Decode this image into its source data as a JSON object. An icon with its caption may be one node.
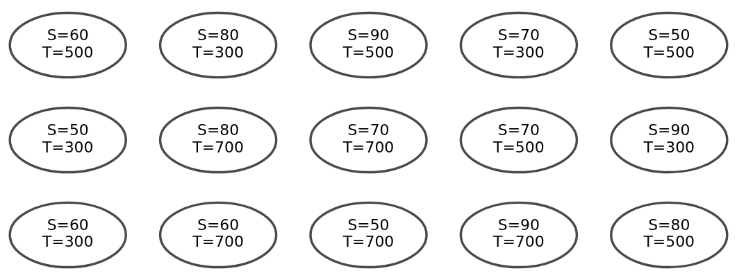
{
  "diagram": {
    "nodes": [
      {
        "text": [
          "S=60",
          "T=500"
        ]
      },
      {
        "text": [
          "S=80",
          "T=300"
        ]
      },
      {
        "text": [
          "S=90",
          "T=500"
        ]
      },
      {
        "text": [
          "S=70",
          "T=300"
        ]
      },
      {
        "text": [
          "S=50",
          "T=500"
        ]
      },
      {
        "text": [
          "S=50",
          "T=300"
        ]
      },
      {
        "text": [
          "S=80",
          "T=700"
        ]
      },
      {
        "text": [
          "S=70",
          "T=700"
        ]
      },
      {
        "text": [
          "S=70",
          "T=500"
        ]
      },
      {
        "text": [
          "S=90",
          "T=300"
        ]
      },
      {
        "text": [
          "S=60",
          "T=300"
        ]
      },
      {
        "text": [
          "S=60",
          "T=700"
        ]
      },
      {
        "text": [
          "S=50",
          "T=700"
        ]
      },
      {
        "text": [
          "S=90",
          "T=700"
        ]
      },
      {
        "text": [
          "S=80",
          "T=500"
        ]
      }
    ]
  }
}
